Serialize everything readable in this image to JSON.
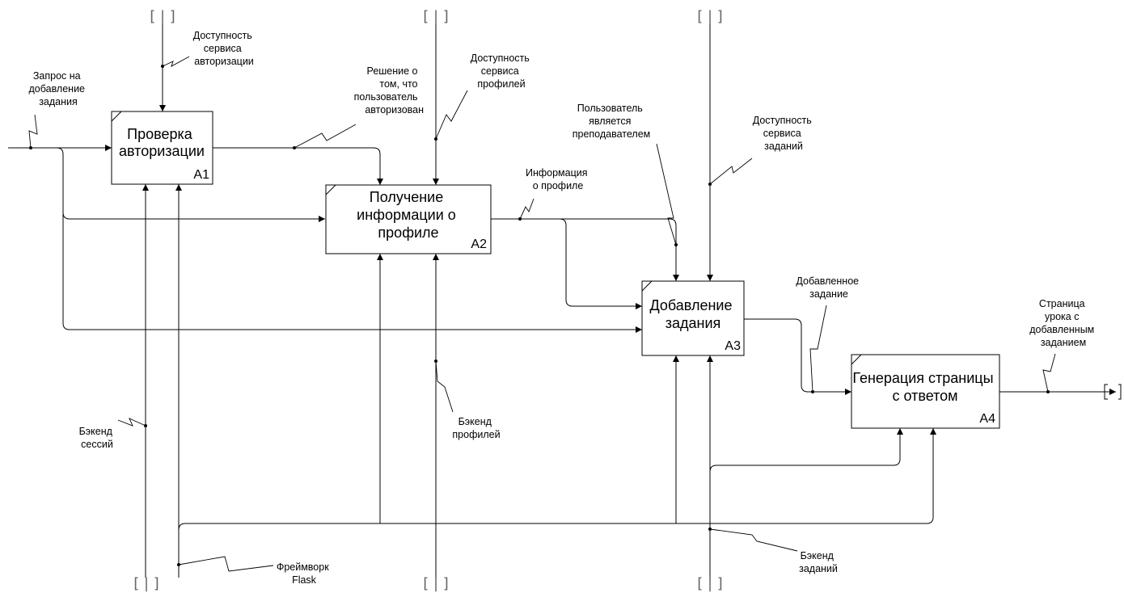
{
  "boxes": [
    {
      "id": "a1",
      "title": [
        "Проверка",
        "авторизации"
      ],
      "code": "A1"
    },
    {
      "id": "a2",
      "title": [
        "Получение",
        "информации о",
        "профиле"
      ],
      "code": "A2"
    },
    {
      "id": "a3",
      "title": [
        "Добавление",
        "задания"
      ],
      "code": "A3"
    },
    {
      "id": "a4",
      "title": [
        "Генерация страницы",
        "с ответом"
      ],
      "code": "A4"
    }
  ],
  "labels": {
    "input_request": [
      "Запрос на",
      "добавление",
      "задания"
    ],
    "auth_service": [
      "Доступность",
      "сервиса",
      "авторизации"
    ],
    "auth_decision": [
      "Решение о",
      "том, что",
      "пользователь",
      "авторизован"
    ],
    "profile_service": [
      "Доступность",
      "сервиса",
      "профилей"
    ],
    "user_is_teacher": [
      "Пользователь",
      "является",
      "преподавателем"
    ],
    "task_service": [
      "Доступность",
      "сервиса",
      "заданий"
    ],
    "profile_info": [
      "Информация",
      "о профиле"
    ],
    "added_task": [
      "Добавленное",
      "задание"
    ],
    "result_page": [
      "Страница",
      "урока с",
      "добавленным",
      "заданием"
    ],
    "session_backend": [
      "Бэкенд",
      "сессий"
    ],
    "profile_backend": [
      "Бэкенд",
      "профилей"
    ],
    "flask_framework": [
      "Фреймворк",
      "Flask"
    ],
    "task_backend": [
      "Бэкенд",
      "заданий"
    ]
  },
  "tunnel_glyph": "[ | ]"
}
